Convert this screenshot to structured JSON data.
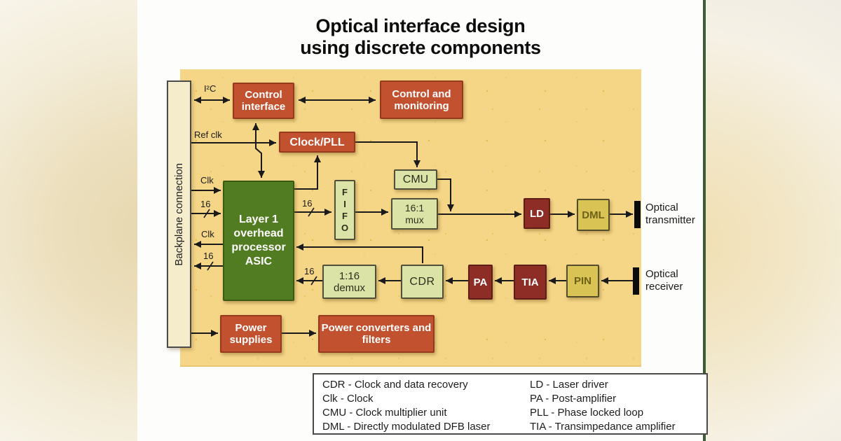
{
  "title": {
    "line1": "Optical interface design",
    "line2": "using discrete components"
  },
  "backplane": {
    "label": "Backplane connection"
  },
  "blocks": {
    "control_interface": {
      "label": "Control interface"
    },
    "control_monitoring": {
      "label": "Control and monitoring"
    },
    "clock_pll": {
      "label": "Clock/PLL"
    },
    "cmu": {
      "label": "CMU"
    },
    "asic": {
      "lines": [
        "Layer 1",
        "overhead",
        "processor",
        "ASIC"
      ]
    },
    "fifo": {
      "label": "FIFO"
    },
    "mux": {
      "line1": "16:1",
      "line2": "mux"
    },
    "demux": {
      "line1": "1:16",
      "line2": "demux"
    },
    "cdr": {
      "label": "CDR"
    },
    "ld": {
      "label": "LD"
    },
    "dml": {
      "label": "DML"
    },
    "pa": {
      "label": "PA"
    },
    "tia": {
      "label": "TIA"
    },
    "pin": {
      "label": "PIN"
    },
    "power_supplies": {
      "label": "Power supplies"
    },
    "power_converters": {
      "label": "Power converters and filters"
    }
  },
  "signals": {
    "i2c": "I²C",
    "ref_clk": "Ref clk",
    "clk_in": "Clk",
    "bus_in": "16",
    "clk_out": "Clk",
    "bus_out": "16",
    "bus_tx": "16",
    "bus_rx": "16"
  },
  "ports": {
    "transmitter": "Optical transmitter",
    "receiver": "Optical receiver"
  },
  "legend": {
    "left": [
      "CDR - Clock and data recovery",
      "Clk - Clock",
      "CMU - Clock multiplier unit",
      "DML - Directly modulated DFB laser"
    ],
    "right": [
      "LD - Laser driver",
      "PA - Post-amplifier",
      "PLL - Phase locked loop",
      "TIA - Transimpedance amplifier"
    ]
  },
  "colors": {
    "panel_tan": "#f5d687",
    "module_red": "#c1512f",
    "asic_green": "#527c21",
    "logic_lightgreen": "#dce3a6",
    "rf_darkred": "#8e2c26",
    "optical_yellow": "#d9c355",
    "backplane_cream": "#f4ecca",
    "wire_black": "#1a1a1a",
    "frame_green": "#3c5c38"
  }
}
